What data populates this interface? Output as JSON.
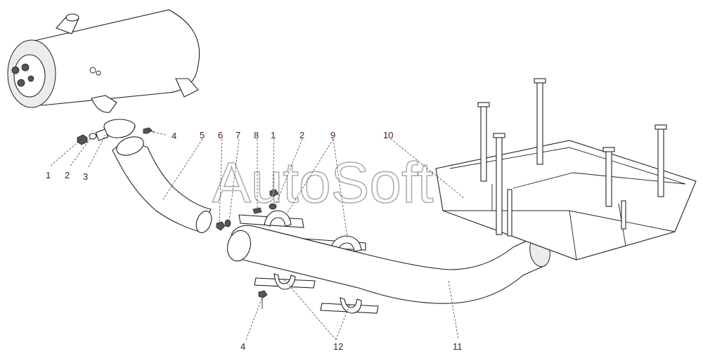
{
  "watermark": "AutoSoft",
  "callouts": {
    "c1a": "1",
    "c2a": "2",
    "c3": "3",
    "c4a": "4",
    "c5": "5",
    "c6": "6",
    "c7": "7",
    "c8": "8",
    "c1b": "1",
    "c2b": "2",
    "c9": "9",
    "c10": "10",
    "c11": "11",
    "c4b": "4",
    "c12": "12"
  }
}
